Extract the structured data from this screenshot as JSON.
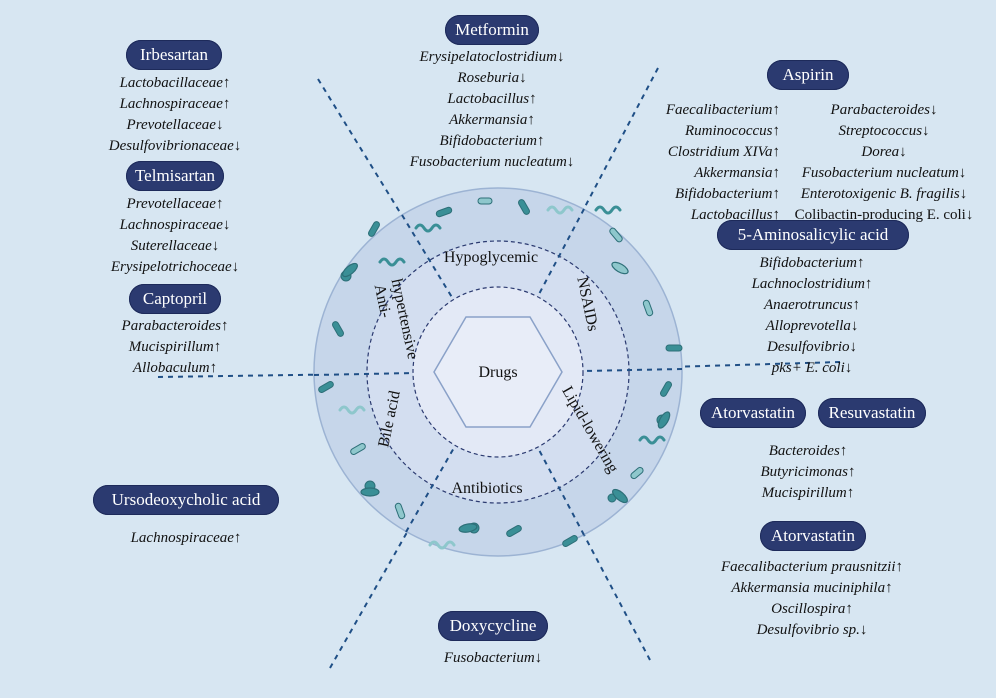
{
  "center_label": "Drugs",
  "segments": {
    "hypoglycemic": "Hypoglycemic",
    "nsaids": "NSAIDs",
    "lipid_lowering": "Lipid-lowering",
    "antibiotics": "Antibiotics",
    "bile_acid": "Bile acid",
    "antihypertensive_line1": "Anti-",
    "antihypertensive_line2": "hypertensive"
  },
  "drugs": {
    "metformin": {
      "name": "Metformin",
      "effects": [
        "Erysipelatoclostridium↓",
        "Roseburia↓",
        "Lactobacillus↑",
        "Akkermansia↑",
        "Bifidobacterium↑",
        "Fusobacterium nucleatum↓"
      ]
    },
    "irbesartan": {
      "name": "Irbesartan",
      "effects": [
        "Lactobacillaceae↑",
        "Lachnospiraceae↑",
        "Prevotellaceae↓",
        "Desulfovibrionaceae↓"
      ]
    },
    "telmisartan": {
      "name": "Telmisartan",
      "effects": [
        "Prevotellaceae↑",
        "Lachnospiraceae↓",
        "Suterellaceae↓",
        "Erysipelotrichoceae↓"
      ]
    },
    "captopril": {
      "name": "Captopril",
      "effects": [
        "Parabacteroides↑",
        "Mucispirillum↑",
        "Allobaculum↑"
      ]
    },
    "aspirin": {
      "name": "Aspirin",
      "effects_left": [
        "Faecalibacterium↑",
        "Ruminococcus↑",
        "Clostridium XIVa↑",
        "Akkermansia↑",
        "Bifidobacterium↑",
        "Lactobacillus↑"
      ],
      "effects_right": [
        "Parabacteroides↓",
        "Streptococcus↓",
        "Dorea↓",
        "Fusobacterium nucleatum↓",
        "Enterotoxigenic B. fragilis↓",
        "Colibactin-producing E. coli↓"
      ]
    },
    "aminosalicylic": {
      "name": "5-Aminosalicylic acid",
      "effects": [
        "Bifidobacterium↑",
        "Lachnoclostridium↑",
        "Anaerotruncus↑",
        "Alloprevotella↓",
        "Desulfovibrio↓",
        "pks+ E. coli↓"
      ]
    },
    "atorvastatin1": {
      "name": "Atorvastatin"
    },
    "resuvastatin": {
      "name": "Resuvastatin",
      "effects": [
        "Bacteroides↑",
        "Butyricimonas↑",
        "Mucispirillum↑"
      ]
    },
    "atorvastatin2": {
      "name": "Atorvastatin",
      "effects": [
        "Faecalibacterium prausnitzii↑",
        "Akkermansia muciniphila↑",
        "Oscillospira↑",
        "Desulfovibrio sp.↓"
      ]
    },
    "ursodeoxycholic": {
      "name": "Ursodeoxycholic acid",
      "effects": [
        "Lachnospiraceae↑"
      ]
    },
    "doxycycline": {
      "name": "Doxycycline",
      "effects": [
        "Fusobacterium↓"
      ]
    }
  },
  "colors": {
    "background": "#d7e6f2",
    "pill": "#2b3a70",
    "outer_ring": "#c6d6ea",
    "middle_ring": "#d3def0",
    "center": "#e3e9f6",
    "divider": "#1f4f86",
    "bacteria": "#3a8f96"
  }
}
